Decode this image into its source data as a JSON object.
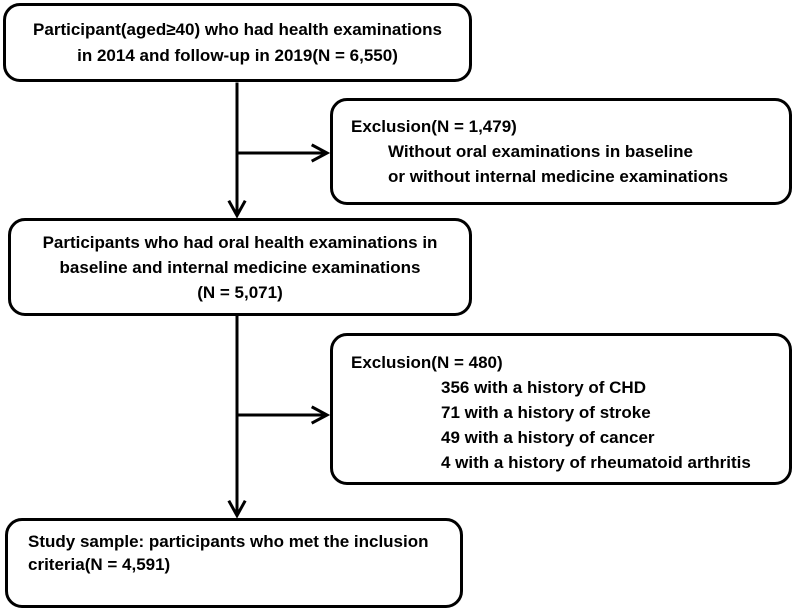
{
  "flowchart": {
    "boxes": {
      "population": {
        "line1": "Participant(aged≥40) who had health examinations",
        "line2": "in 2014 and follow-up in 2019(N = 6,550)"
      },
      "exclusion1": {
        "title": "Exclusion(N = 1,479)",
        "items": [
          "Without oral examinations in baseline",
          "or without internal medicine examinations"
        ]
      },
      "eligible": {
        "line1": "Participants who had oral health examinations in",
        "line2": "baseline and internal medicine examinations",
        "line3": "(N = 5,071)"
      },
      "exclusion2": {
        "title": "Exclusion(N = 480)",
        "items": [
          "356 with a history of CHD",
          "71 with a history of stroke",
          "49 with a history of cancer",
          "4 with a history of rheumatoid arthritis"
        ]
      },
      "study_sample": {
        "line1": "Study sample: participants who met the inclusion",
        "line2": "criteria(N = 4,591)"
      }
    },
    "colors": {
      "border": "#000000",
      "background": "#ffffff",
      "text": "#000000"
    }
  }
}
